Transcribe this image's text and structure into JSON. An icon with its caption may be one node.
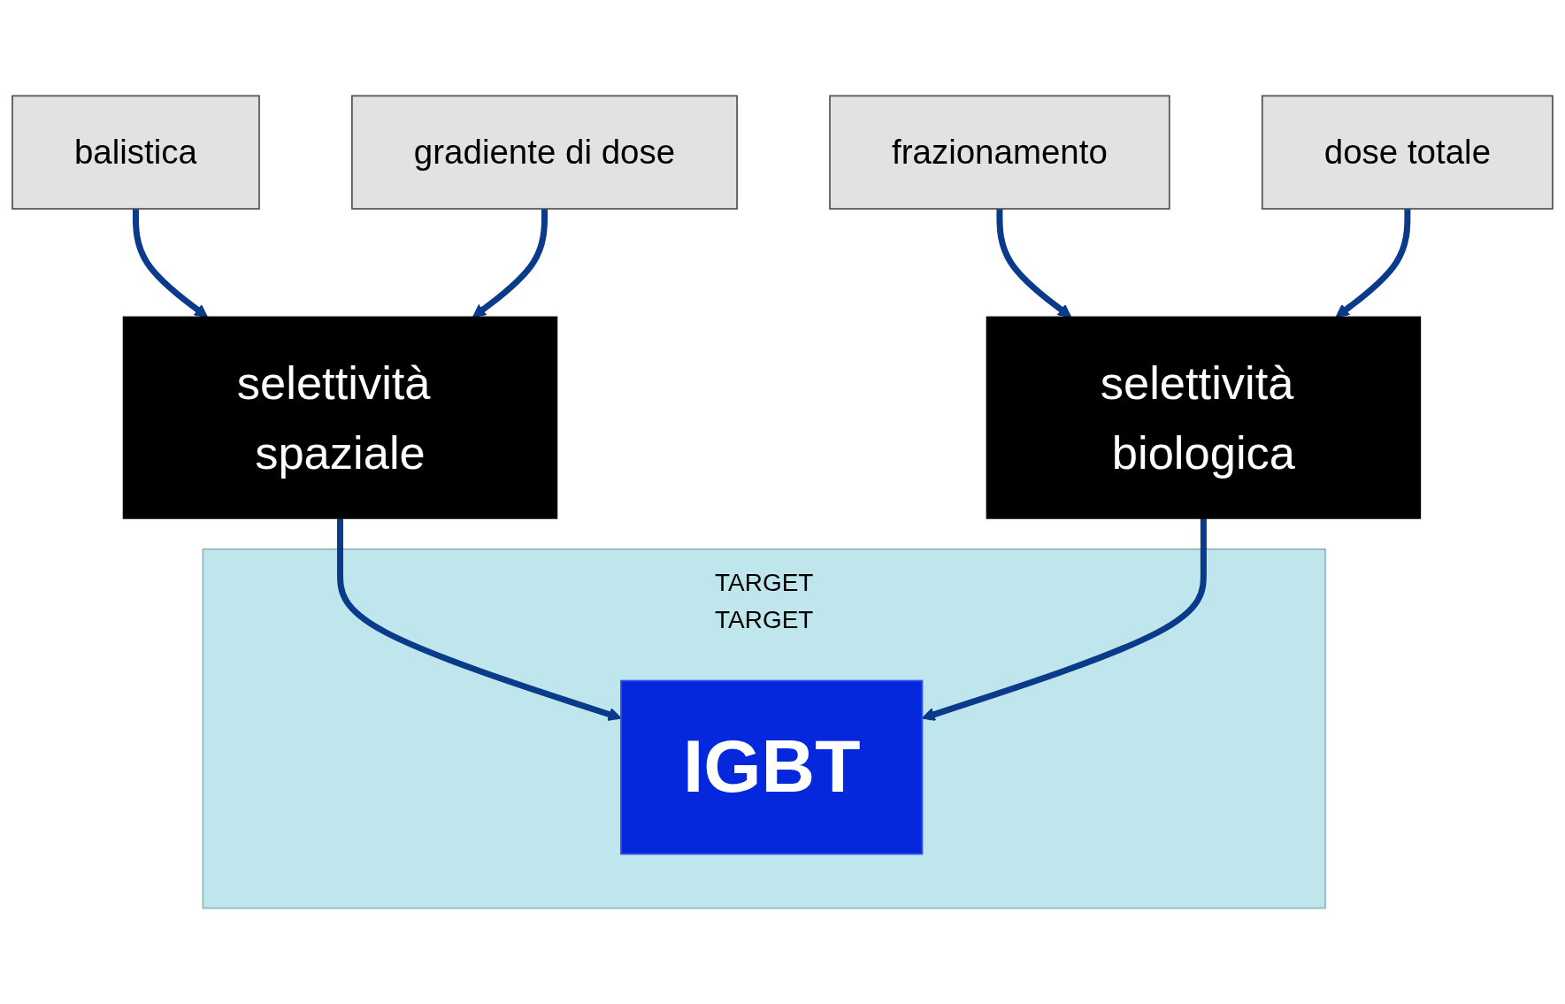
{
  "diagram": {
    "nodes": [
      {
        "text": [
          "balistica"
        ]
      },
      {
        "text": [
          "selettività spaziale"
        ]
      },
      {
        "text": [
          "gradiente di dose"
        ]
      },
      {
        "text": [
          "TARGET",
          "TARGET"
        ]
      },
      {
        "text": [
          "IGBT"
        ],
        "in": 3
      },
      {
        "text": [
          "frazionamento"
        ]
      },
      {
        "text": [
          "selettività biologica"
        ]
      },
      {
        "text": [
          "dose totale"
        ]
      }
    ],
    "edges": [
      {
        "from": 0,
        "to": 1,
        "arrow": "to"
      },
      {
        "from": 2,
        "to": 1,
        "arrow": "to"
      },
      {
        "from": 1,
        "to": 4,
        "arrow": "to"
      },
      {
        "from": 6,
        "to": 4,
        "arrow": "to"
      },
      {
        "from": 5,
        "to": 6,
        "arrow": "to"
      },
      {
        "from": 7,
        "to": 6,
        "arrow": "to"
      }
    ]
  }
}
